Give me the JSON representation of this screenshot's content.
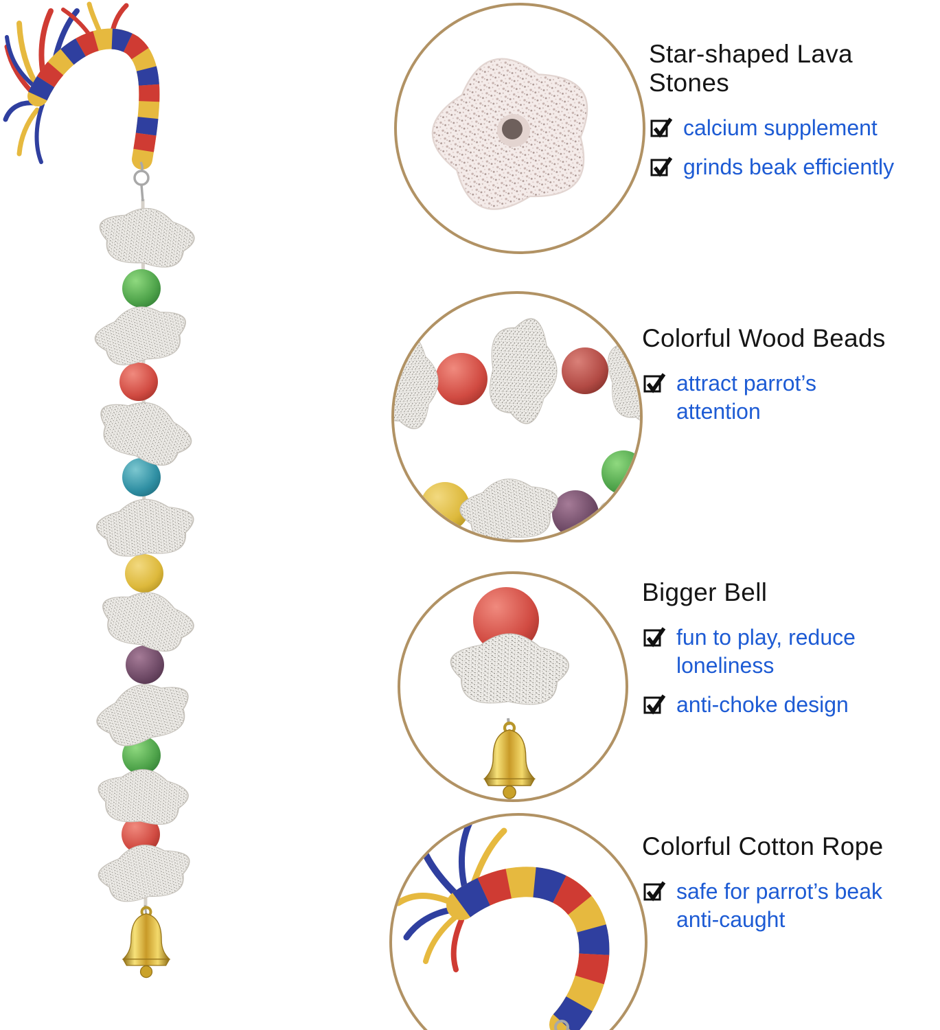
{
  "page": {
    "background": "#ffffff"
  },
  "features": [
    {
      "title": "Star-shaped Lava Stones",
      "items": [
        "calcium supplement",
        "grinds beak efficiently"
      ]
    },
    {
      "title": "Colorful Wood Beads",
      "items": [
        "attract parrot’s attention"
      ]
    },
    {
      "title": "Bigger Bell",
      "items": [
        "fun to play, reduce loneliness",
        "anti-choke design"
      ]
    },
    {
      "title": "Colorful Cotton Rope",
      "items": [
        "safe for parrot’s beak anti-caught"
      ]
    }
  ],
  "icons": {
    "feature_bullet": "checked-checkbox-icon"
  },
  "colors": {
    "title_text": "#151515",
    "item_text": "#1d5bd4",
    "checkbox": "#101010",
    "circle_border": "#b19264",
    "rope_red": "#cf3b33",
    "rope_blue": "#2f3f9f",
    "rope_yellow": "#e6b93f",
    "lava_stone": "#efede9",
    "lava_stone_pink": "#f4ebe9",
    "bell_gold": "#d9ab31",
    "bead_colors": [
      "#4ea34a",
      "#d14b42",
      "#2f8fa3",
      "#ddb93c",
      "#6e4a66",
      "#4ea34a",
      "#d14b42"
    ]
  }
}
